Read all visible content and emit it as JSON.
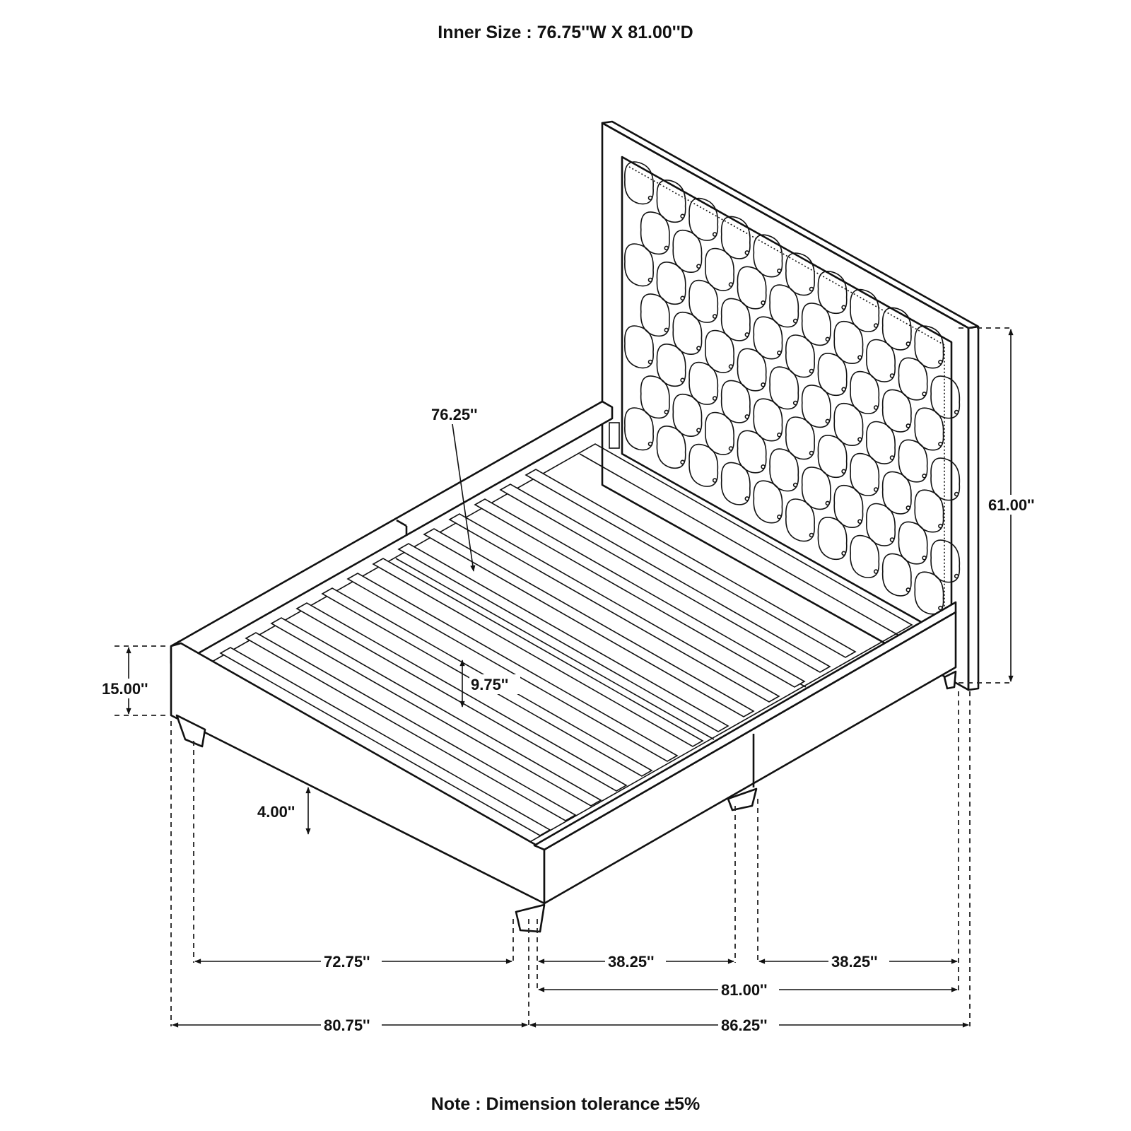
{
  "header": {
    "inner_size": "Inner Size : 76.75''W X 81.00''D"
  },
  "footer": {
    "note": "Note : Dimension tolerance ±5%"
  },
  "dimensions": {
    "slat_length": "76.25''",
    "headboard_height": "61.00''",
    "frame_height": "15.00''",
    "support_height": "9.75''",
    "clearance": "4.00''",
    "inner_width": "72.75''",
    "half_length_front": "38.25''",
    "half_length_rear": "38.25''",
    "inner_length": "81.00''",
    "overall_width": "80.75''",
    "overall_length": "86.25''"
  }
}
